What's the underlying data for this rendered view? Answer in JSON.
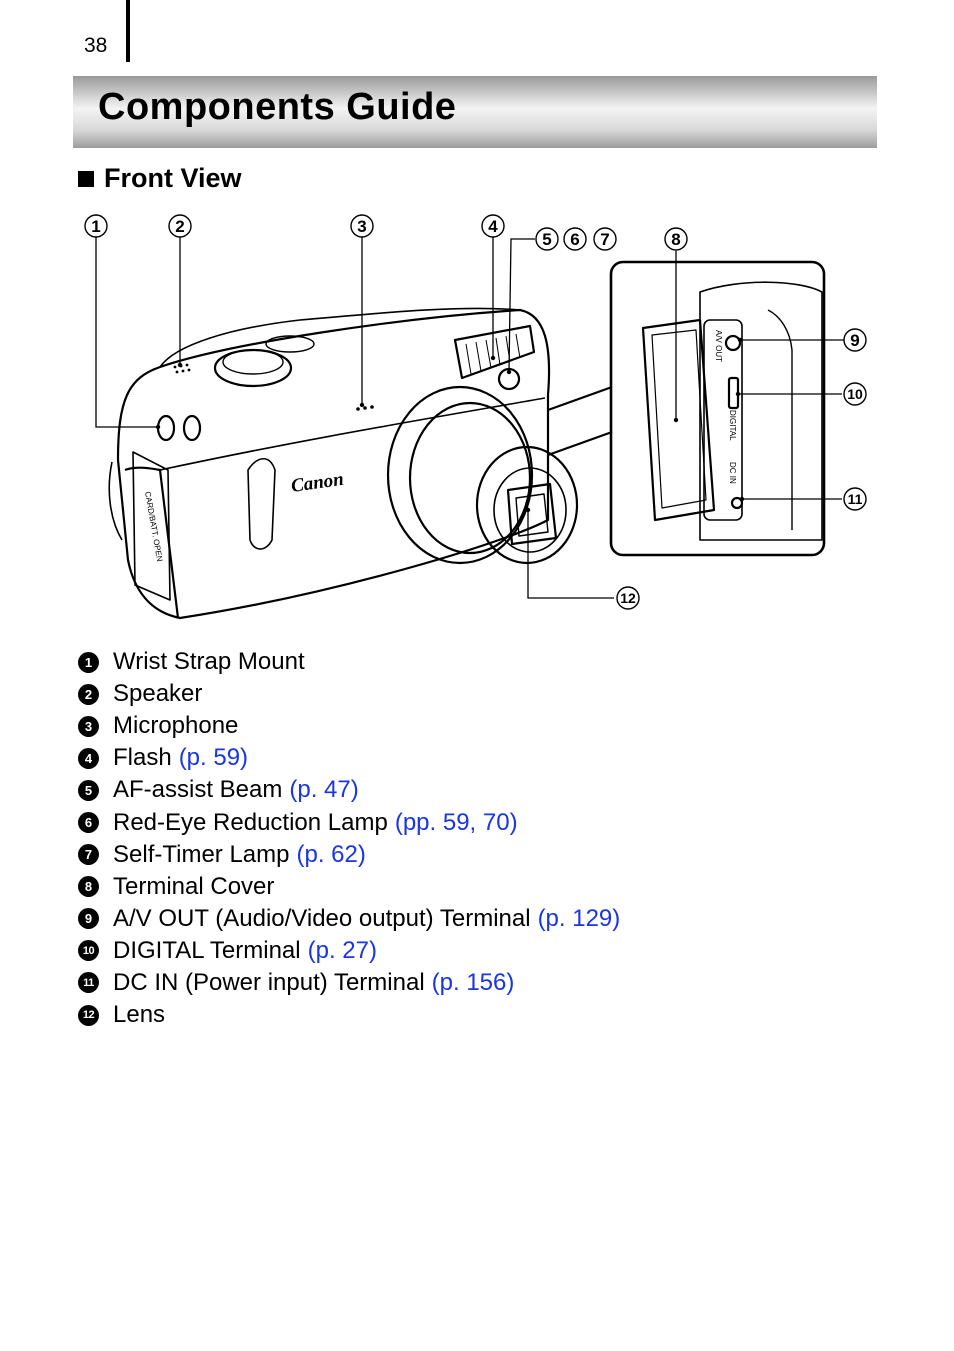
{
  "page": {
    "number": "38"
  },
  "title": "Components Guide",
  "section": {
    "heading": "Front View"
  },
  "figure": {
    "callouts": [
      "1",
      "2",
      "3",
      "4",
      "5",
      "6",
      "7",
      "8",
      "9",
      "10",
      "11",
      "12"
    ],
    "brand_text": "Canon",
    "panel_labels": {
      "av_out": "A/V OUT",
      "digital": "DIGITAL",
      "dc_in": "DC IN"
    },
    "card_door_label": "CARD/BATT. OPEN"
  },
  "parts": [
    {
      "num": "1",
      "label": "Wrist Strap Mount",
      "ref": ""
    },
    {
      "num": "2",
      "label": "Speaker",
      "ref": ""
    },
    {
      "num": "3",
      "label": "Microphone",
      "ref": ""
    },
    {
      "num": "4",
      "label": "Flash",
      "ref": "(p. 59)"
    },
    {
      "num": "5",
      "label": "AF-assist Beam",
      "ref": "(p. 47)"
    },
    {
      "num": "6",
      "label": "Red-Eye Reduction Lamp",
      "ref": "(pp. 59, 70)"
    },
    {
      "num": "7",
      "label": "Self-Timer Lamp",
      "ref": "(p. 62)"
    },
    {
      "num": "8",
      "label": "Terminal Cover",
      "ref": ""
    },
    {
      "num": "9",
      "label": "A/V OUT (Audio/Video output) Terminal",
      "ref": "(p. 129)"
    },
    {
      "num": "10",
      "label": "DIGITAL Terminal",
      "ref": "(p. 27)"
    },
    {
      "num": "11",
      "label": "DC IN (Power input) Terminal",
      "ref": "(p. 156)"
    },
    {
      "num": "12",
      "label": "Lens",
      "ref": ""
    }
  ],
  "colors": {
    "link": "#1a35e6",
    "title_bar": "#c8c8c8"
  }
}
